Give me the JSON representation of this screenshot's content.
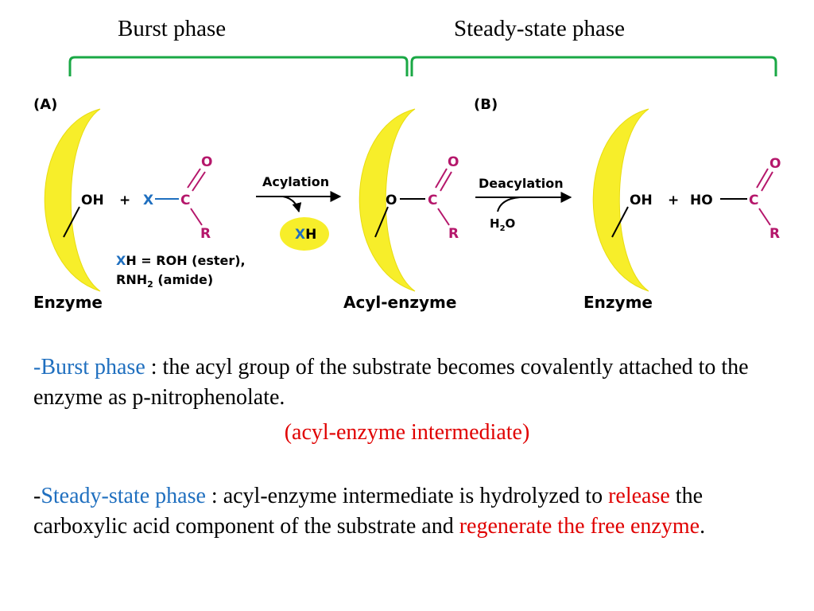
{
  "titles": {
    "burst": "Burst phase",
    "steady": "Steady-state phase"
  },
  "panels": {
    "a_label": "(A)",
    "b_label": "(B)"
  },
  "scheme": {
    "oh": "OH",
    "plus": "+",
    "x": "X",
    "c": "C",
    "o": "O",
    "r": "R",
    "acylation": "Acylation",
    "xh_x": "X",
    "xh_h": "H",
    "deacylation": "Deacylation",
    "h2o_h": "H",
    "h2o_2": "2",
    "h2o_o": "O",
    "ho": "HO",
    "note_x": "X",
    "note_line1_rest": "H = ROH (ester),",
    "note_line2_a": "RNH",
    "note_line2_sub": "2",
    "note_line2_b": " (amide)",
    "enzyme_label": "Enzyme",
    "acyl_enzyme_label": "Acyl-enzyme"
  },
  "bullets": {
    "burst_prefix": "-",
    "burst_term": "Burst phase",
    "burst_text": " : the acyl group of the substrate becomes covalently attached to the enzyme as p-nitrophenolate.",
    "burst_note": "(acyl-enzyme intermediate)",
    "steady_prefix": "-",
    "steady_term": "Steady-state phase",
    "steady_text1": " : acyl-enzyme intermediate is hydrolyzed to ",
    "steady_release": "release",
    "steady_text2": " the carboxylic acid component of the substrate and ",
    "steady_regenerate": "regenerate the free enzyme",
    "steady_end": "."
  },
  "colors": {
    "bracket": "#1aa845",
    "enzyme": "#f7ee2a",
    "substrate": "#b5176b",
    "leaving_group": "#1f6fbf",
    "highlight": "#1f6fbf",
    "emphasis": "#e00000"
  }
}
